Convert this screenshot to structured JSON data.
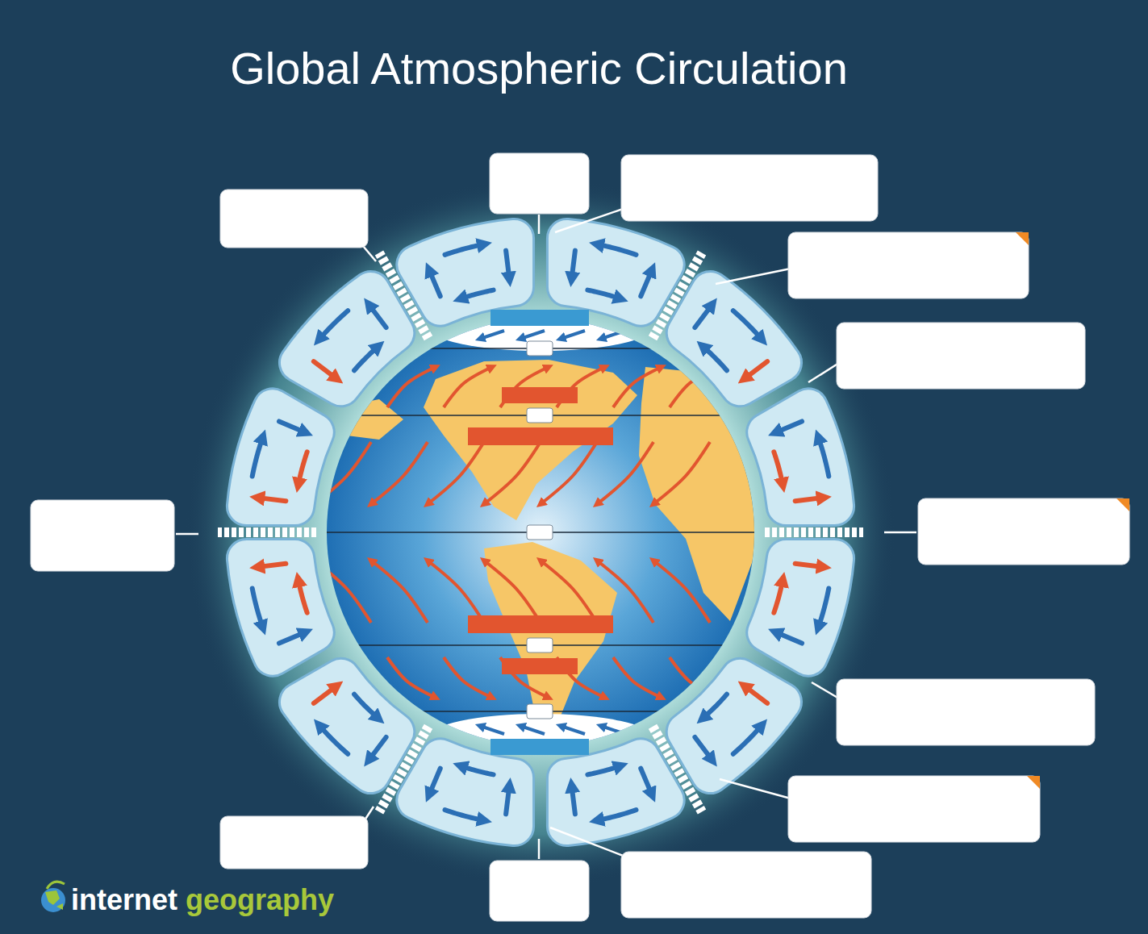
{
  "diagram": {
    "title": "Global Atmospheric Circulation",
    "labels": [
      "internet",
      "geography"
    ]
  }
}
